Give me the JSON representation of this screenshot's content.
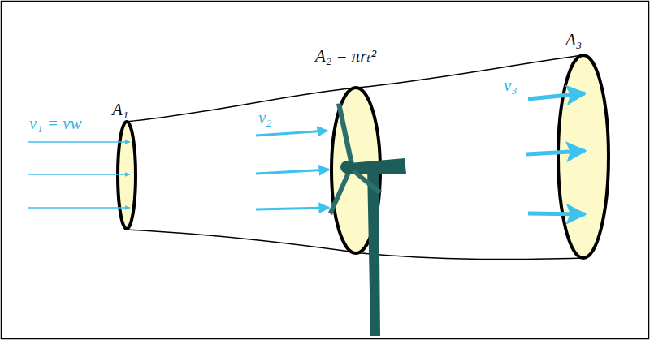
{
  "diagram": {
    "labels": [
      "A₁",
      "v₁ = vw",
      "v₂",
      "A₂ = πrₜ²",
      "A₃",
      "v₃"
    ]
  }
}
